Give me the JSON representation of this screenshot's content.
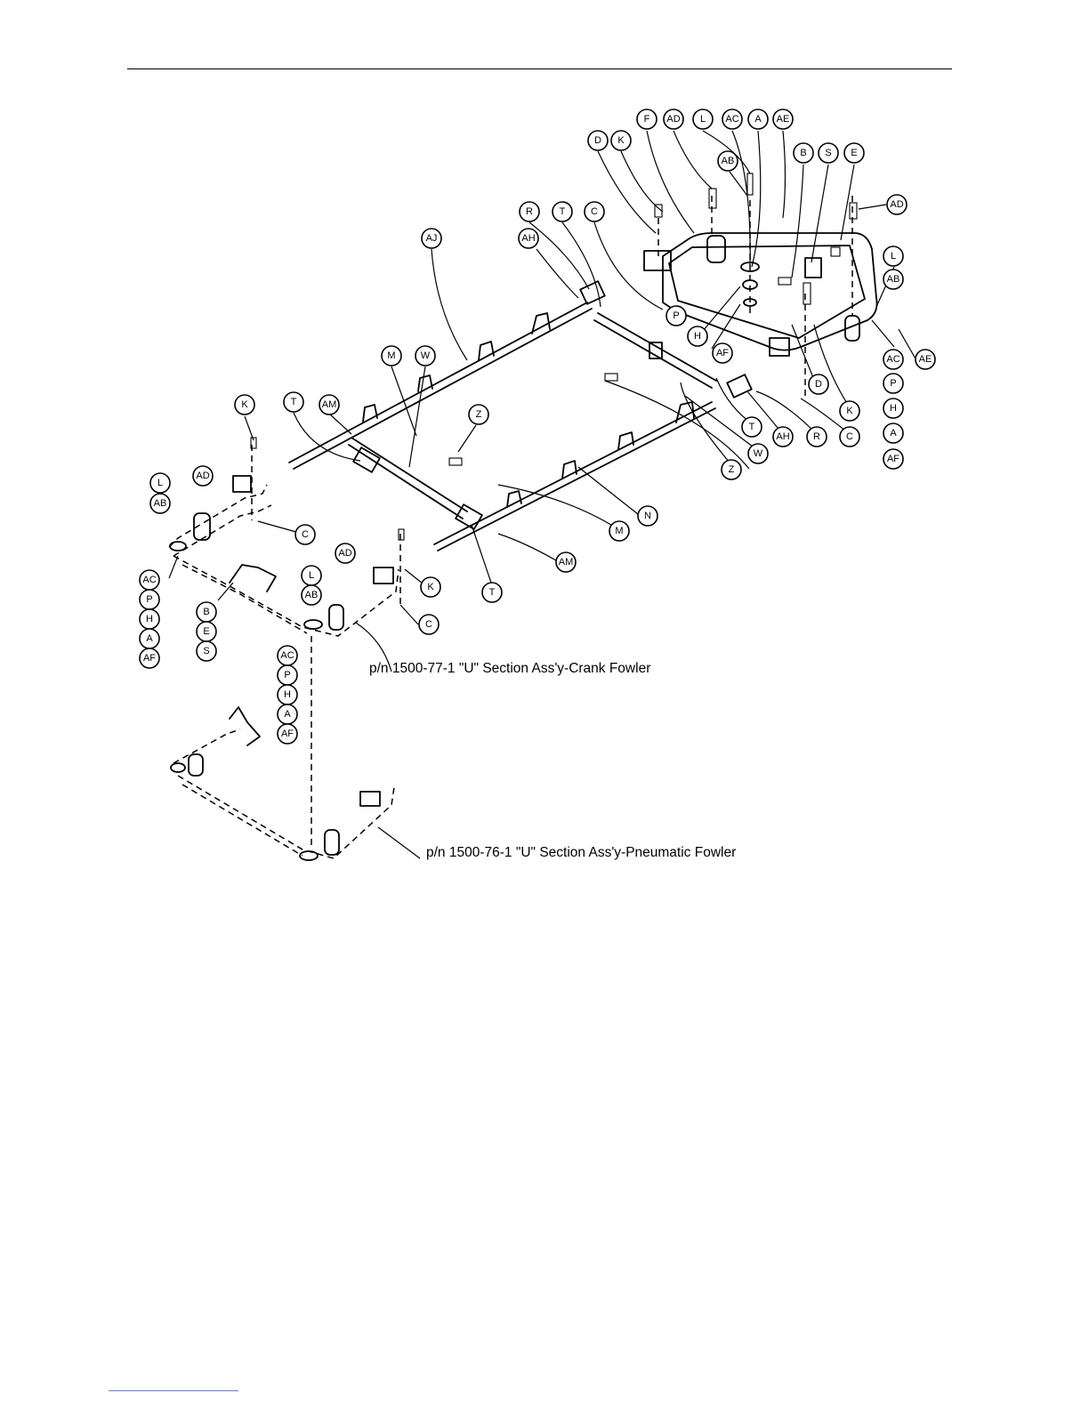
{
  "captions": {
    "crank": "p/n 1500-77-1 \"U\" Section Ass'y-Crank Fowler",
    "pneumatic": "p/n 1500-76-1 \"U\" Section Ass'y-Pneumatic Fowler"
  },
  "callouts": [
    {
      "id": "F",
      "label": "F"
    },
    {
      "id": "AD",
      "label": "AD"
    },
    {
      "id": "L",
      "label": "L"
    },
    {
      "id": "AC",
      "label": "AC"
    },
    {
      "id": "A",
      "label": "A"
    },
    {
      "id": "AE",
      "label": "AE"
    },
    {
      "id": "D",
      "label": "D"
    },
    {
      "id": "K",
      "label": "K"
    },
    {
      "id": "AB",
      "label": "AB"
    },
    {
      "id": "B",
      "label": "B"
    },
    {
      "id": "S",
      "label": "S"
    },
    {
      "id": "E",
      "label": "E"
    },
    {
      "id": "R",
      "label": "R"
    },
    {
      "id": "T",
      "label": "T"
    },
    {
      "id": "C",
      "label": "C"
    },
    {
      "id": "P",
      "label": "P"
    },
    {
      "id": "H",
      "label": "H"
    },
    {
      "id": "AF",
      "label": "AF"
    },
    {
      "id": "AH",
      "label": "AH"
    },
    {
      "id": "AJ",
      "label": "AJ"
    },
    {
      "id": "M",
      "label": "M"
    },
    {
      "id": "W",
      "label": "W"
    },
    {
      "id": "AM",
      "label": "AM"
    },
    {
      "id": "Z",
      "label": "Z"
    },
    {
      "id": "N",
      "label": "N"
    }
  ]
}
